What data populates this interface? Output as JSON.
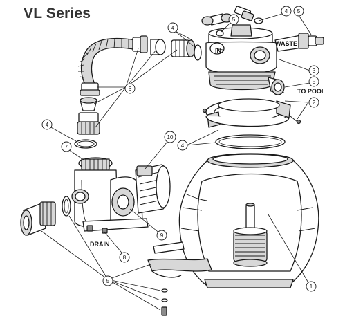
{
  "title": "VL Series",
  "labels": {
    "in": "IN",
    "waste": "WASTE",
    "to_pool": "TO POOL",
    "drain": "DRAIN"
  },
  "callouts": [
    "1",
    "2",
    "3",
    "4",
    "5",
    "6",
    "7",
    "8",
    "9",
    "10"
  ]
}
